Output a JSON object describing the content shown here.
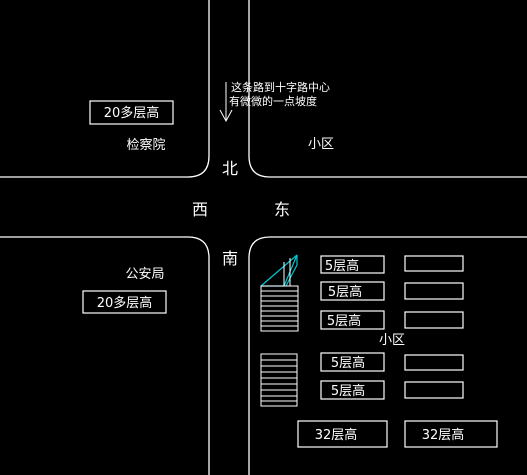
{
  "colors": {
    "background": "#000000",
    "lines": "#ffffff",
    "stair_highlight": "#00c8d0"
  },
  "directions": {
    "north": "北",
    "south": "南",
    "west": "西",
    "east": "东"
  },
  "annotation": {
    "line1": "这条路到十字路中心",
    "line2": "有微微的一点坡度"
  },
  "northwest": {
    "building_height": "20多层高",
    "name": "检察院"
  },
  "northeast": {
    "name": "小区"
  },
  "southwest": {
    "name": "公安局",
    "building_height": "20多层高"
  },
  "southeast": {
    "name": "小区",
    "buildings": [
      "5层高",
      "5层高",
      "5层高",
      "5层高",
      "5层高"
    ],
    "towers": [
      "32层高",
      "32层高"
    ]
  }
}
